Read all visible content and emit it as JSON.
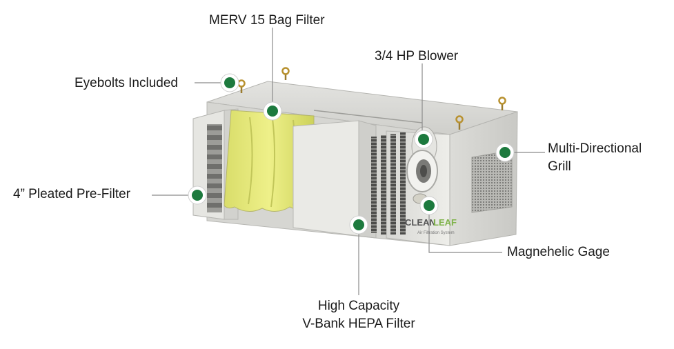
{
  "callouts": {
    "merv_bag_filter": "MERV 15 Bag Filter",
    "blower": "3/4 HP Blower",
    "eyebolts": "Eyebolts Included",
    "grill_line1": "Multi-Directional",
    "grill_line2": "Grill",
    "pre_filter": "4” Pleated Pre-Filter",
    "magnehelic": "Magnehelic Gage",
    "hepa_line1": "High Capacity",
    "hepa_line2": "V-Bank HEPA Filter"
  },
  "brand": {
    "logo_text_clean": "CLEAN",
    "logo_text_leaf": "LEAF",
    "logo_sub": "Air Filtration System"
  },
  "colors": {
    "marker": "#1d7a3e",
    "leader": "#8a8a8a",
    "brand_green": "#7fb34a"
  }
}
